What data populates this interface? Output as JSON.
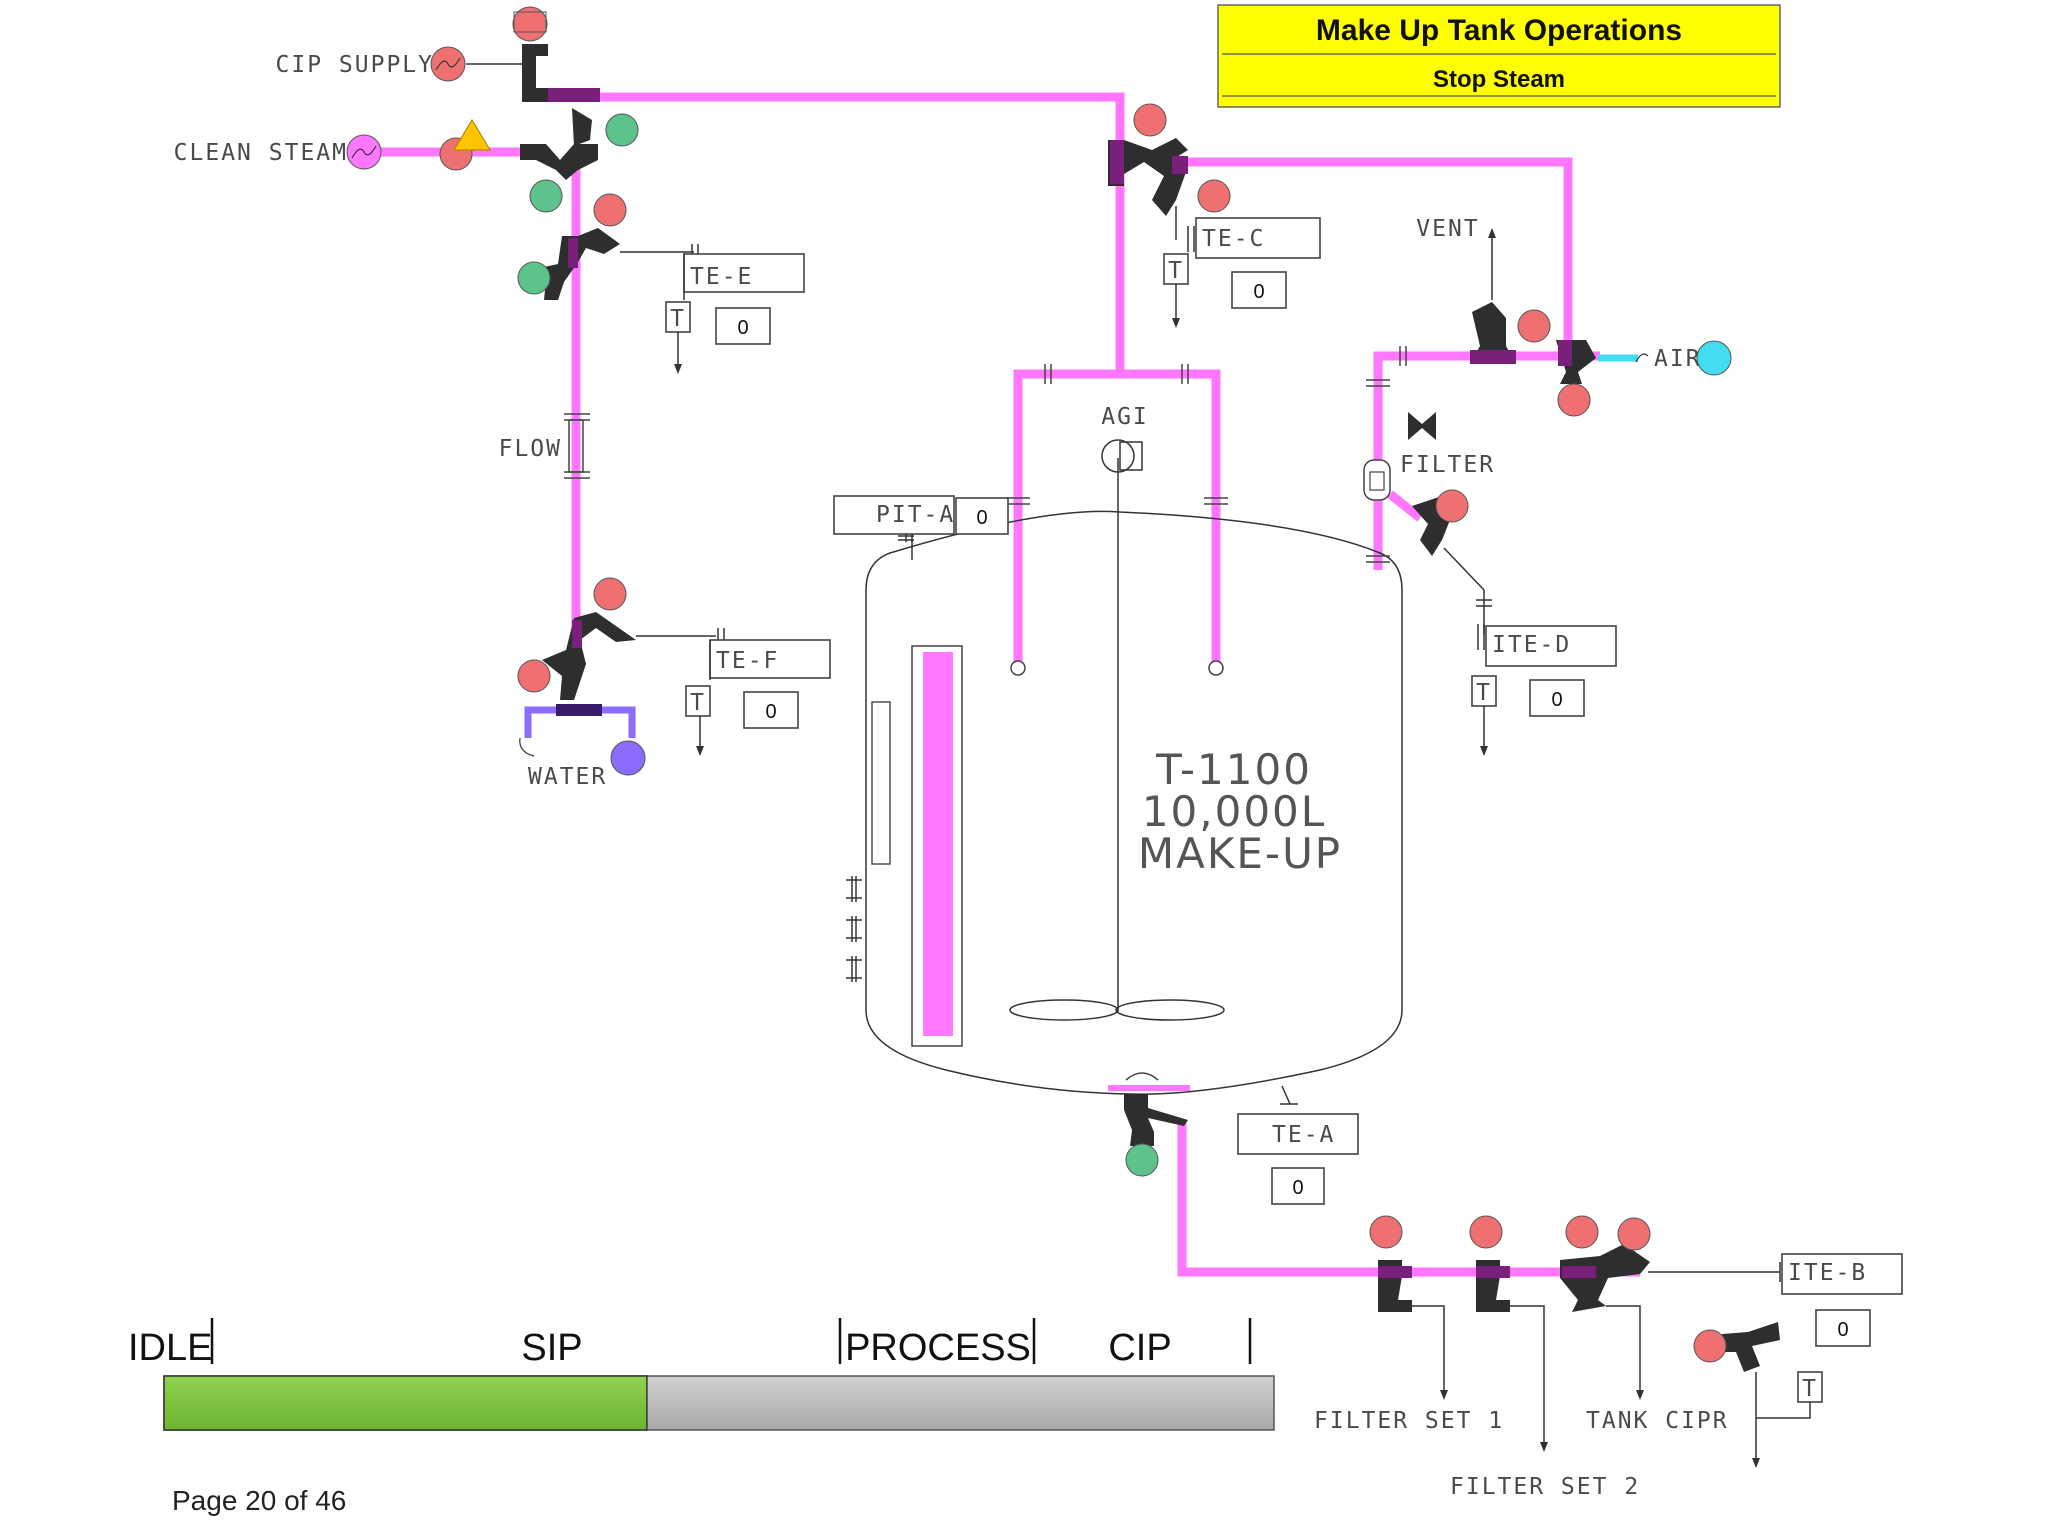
{
  "header": {
    "title": "Make Up Tank Operations",
    "subtitle": "Stop Steam",
    "bg_color": "#ffff00"
  },
  "tank": {
    "line1": "T-1100",
    "line2": "10,000L",
    "line3": "MAKE-UP"
  },
  "labels": {
    "cip_supply": "CIP SUPPLY",
    "clean_steam": "CLEAN STEAM",
    "flow": "FLOW",
    "water": "WATER",
    "agi": "AGI",
    "vent": "VENT",
    "air": "AIR",
    "filter": "FILTER",
    "filter_set_1": "FILTER SET 1",
    "filter_set_2": "FILTER SET 2",
    "tank_cipr": "TANK CIPR"
  },
  "instruments": {
    "te_e": {
      "tag": "TE-E",
      "value": "0"
    },
    "te_f": {
      "tag": "TE-F",
      "value": "0"
    },
    "te_c": {
      "tag": "TE-C",
      "value": "0"
    },
    "te_d": {
      "tag": "ITE-D",
      "value": "0"
    },
    "te_a": {
      "tag": "TE-A",
      "value": "0"
    },
    "te_b": {
      "tag": "ITE-B",
      "value": "0"
    },
    "pit_a": {
      "tag": "PIT-A",
      "value": "0"
    },
    "trap_letter": "T"
  },
  "phases": {
    "idle": "IDLE",
    "sip": "SIP",
    "process": "PROCESS",
    "cip": "CIP",
    "progress_fraction": 0.435
  },
  "footer": {
    "page": "Page 20 of 46"
  },
  "colors": {
    "steam_pipe": "#ff77ff",
    "water_pipe": "#8b6cff",
    "air_pipe": "#44dcf0",
    "valve_body": "#2e2e2e",
    "valve_tee": "#7a1f7a",
    "closed": "#ef7070",
    "open": "#5cc38d",
    "progress_done": "#7cc443",
    "progress_rest": "#bdbdbd"
  }
}
